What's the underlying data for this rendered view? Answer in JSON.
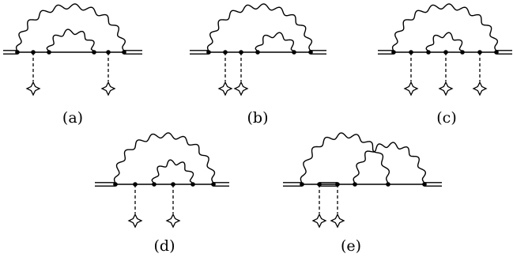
{
  "diagrams": [
    {
      "caption": "(a)"
    },
    {
      "caption": "(b)"
    },
    {
      "caption": "(c)"
    },
    {
      "caption": "(d)"
    },
    {
      "caption": "(e)"
    }
  ]
}
